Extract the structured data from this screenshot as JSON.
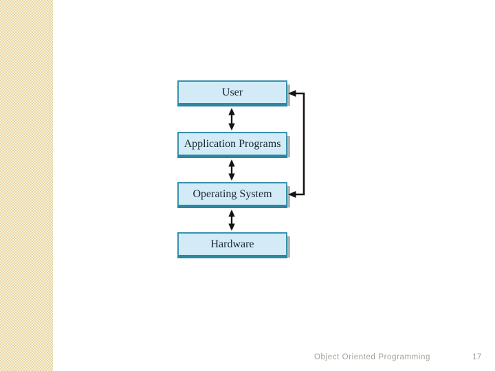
{
  "slide": {
    "footer": {
      "course_title": "Object Oriented Programming",
      "page_number": "17"
    }
  },
  "diagram": {
    "type": "layered-architecture",
    "boxes": [
      {
        "id": "user",
        "label": "User"
      },
      {
        "id": "application-programs",
        "label": "Application Programs"
      },
      {
        "id": "operating-system",
        "label": "Operating System"
      },
      {
        "id": "hardware",
        "label": "Hardware"
      }
    ],
    "connections": [
      {
        "from": "User",
        "to": "Application Programs",
        "style": "double-headed-vertical-arrow"
      },
      {
        "from": "Application Programs",
        "to": "Operating System",
        "style": "double-headed-vertical-arrow"
      },
      {
        "from": "Operating System",
        "to": "Hardware",
        "style": "double-headed-vertical-arrow"
      },
      {
        "from": "User",
        "to": "Operating System",
        "style": "right-side-bracket",
        "arrowheads": "pointing-into-both-boxes"
      }
    ],
    "colors": {
      "box_fill": "#d2ebf6",
      "box_border": "#3a92ad",
      "box_border_bottom": "#2c87a1",
      "box_side_shadow": "#aab7ba",
      "arrow": "#141414",
      "label_text": "#1b2433",
      "side_stripe": "#ecdcae",
      "footer_text": "#a3a193",
      "background": "#ffffff"
    }
  }
}
